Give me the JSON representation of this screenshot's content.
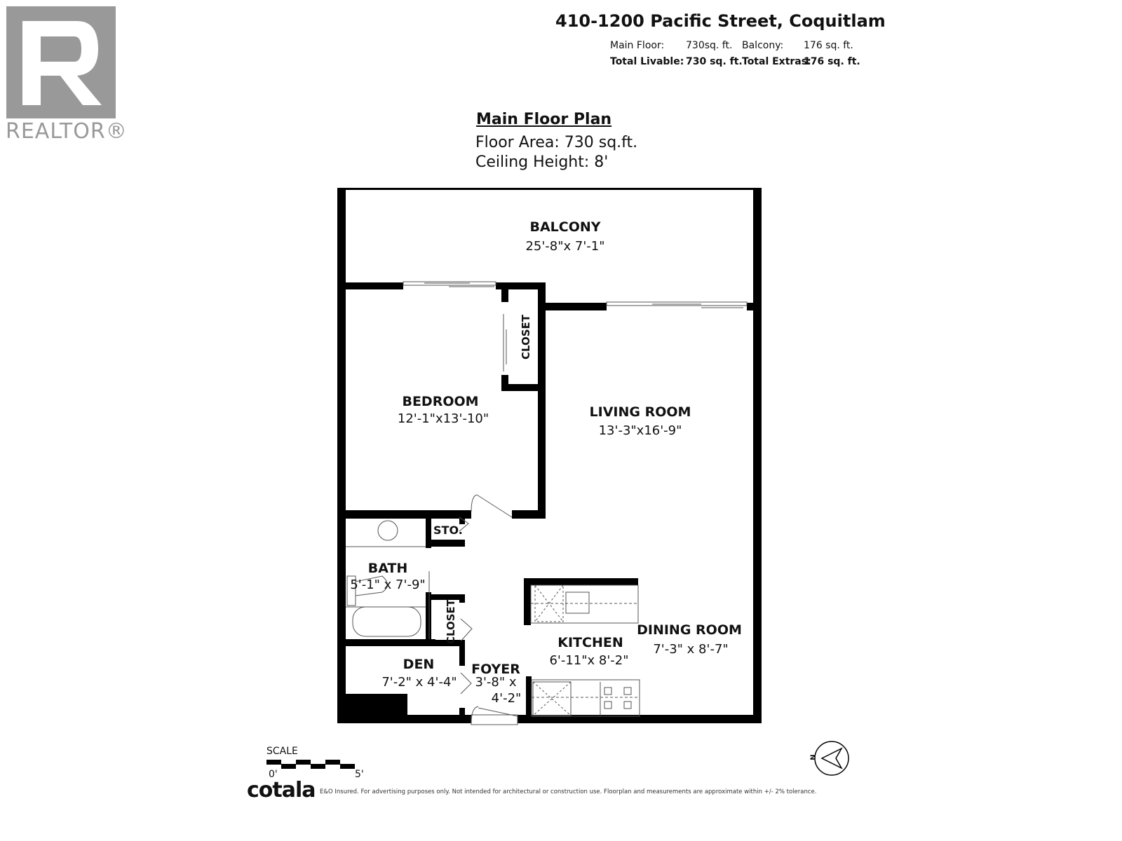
{
  "header": {
    "address": "410-1200 Pacific Street, Coquitlam",
    "main_floor_label": "Main Floor:",
    "main_floor_value": "730sq. ft.",
    "balcony_label": "Balcony:",
    "balcony_value": "176 sq. ft.",
    "total_livable_label": "Total Livable:",
    "total_livable_value": "730 sq. ft.",
    "total_extras_label": "Total Extras:",
    "total_extras_value": "176 sq. ft."
  },
  "logo": {
    "realtor": "REALTOR®",
    "brand": "cotala"
  },
  "plan": {
    "heading": "Main Floor Plan",
    "floor_area": "Floor Area: 730 sq.ft.",
    "ceiling_height": "Ceiling Height: 8'"
  },
  "rooms": [
    {
      "name": "BALCONY",
      "dims": "25'-8\"x 7'-1\""
    },
    {
      "name": "BEDROOM",
      "dims": "12'-1\"x13'-10\""
    },
    {
      "name": "LIVING ROOM",
      "dims": "13'-3\"x16'-9\""
    },
    {
      "name": "BATH",
      "dims": "5'-1\" x 7'-9\""
    },
    {
      "name": "KITCHEN",
      "dims": "6'-11\"x 8'-2\""
    },
    {
      "name": "DINING ROOM",
      "dims": "7'-3\" x 8'-7\""
    },
    {
      "name": "DEN",
      "dims": "7'-2\" x 4'-4\""
    },
    {
      "name": "FOYER",
      "dims": "3'-8\" x",
      "dims2": "4'-2\""
    }
  ],
  "small_labels": {
    "closet": "CLOSET",
    "sto": "STO."
  },
  "scale": {
    "label": "SCALE",
    "start": "0'",
    "end": "5'"
  },
  "compass": {
    "letter": "N"
  },
  "disclaimer": "E&O Insured. For advertising purposes only. Not intended for architectural or construction use. Floorplan and measurements are approximate within +/- 2% tolerance.",
  "colors": {
    "wall": "#000000",
    "logo_gray": "#999999"
  }
}
